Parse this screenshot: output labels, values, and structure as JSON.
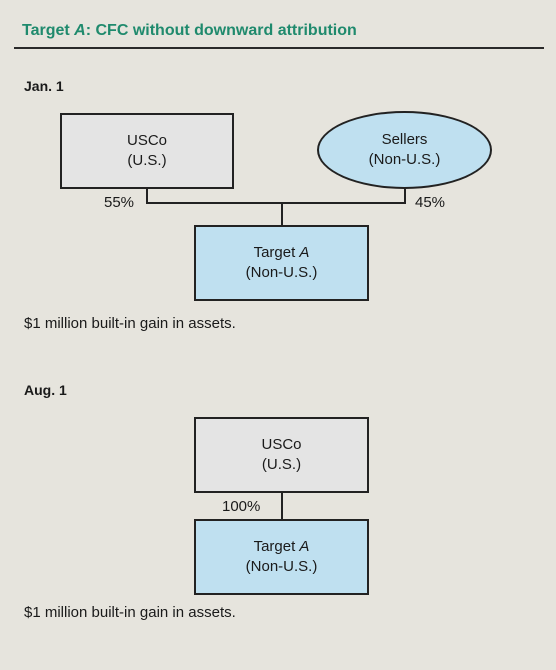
{
  "header": {
    "title_prefix": "Target ",
    "title_italic": "A",
    "title_suffix": ": CFC without downward attribution"
  },
  "jan": {
    "label": "Jan. 1",
    "usco": {
      "name": "USCo",
      "country": "(U.S.)"
    },
    "sellers": {
      "name": "Sellers",
      "country": "(Non-U.S.)"
    },
    "usco_pct": "55%",
    "sellers_pct": "45%",
    "target": {
      "name_prefix": "Target ",
      "name_italic": "A",
      "country": "(Non-U.S.)"
    },
    "note": "$1 million built-in gain in assets."
  },
  "aug": {
    "label": "Aug. 1",
    "usco": {
      "name": "USCo",
      "country": "(U.S.)"
    },
    "usco_pct": "100%",
    "target": {
      "name_prefix": "Target ",
      "name_italic": "A",
      "country": "(Non-U.S.)"
    },
    "note": "$1 million built-in gain in assets."
  }
}
